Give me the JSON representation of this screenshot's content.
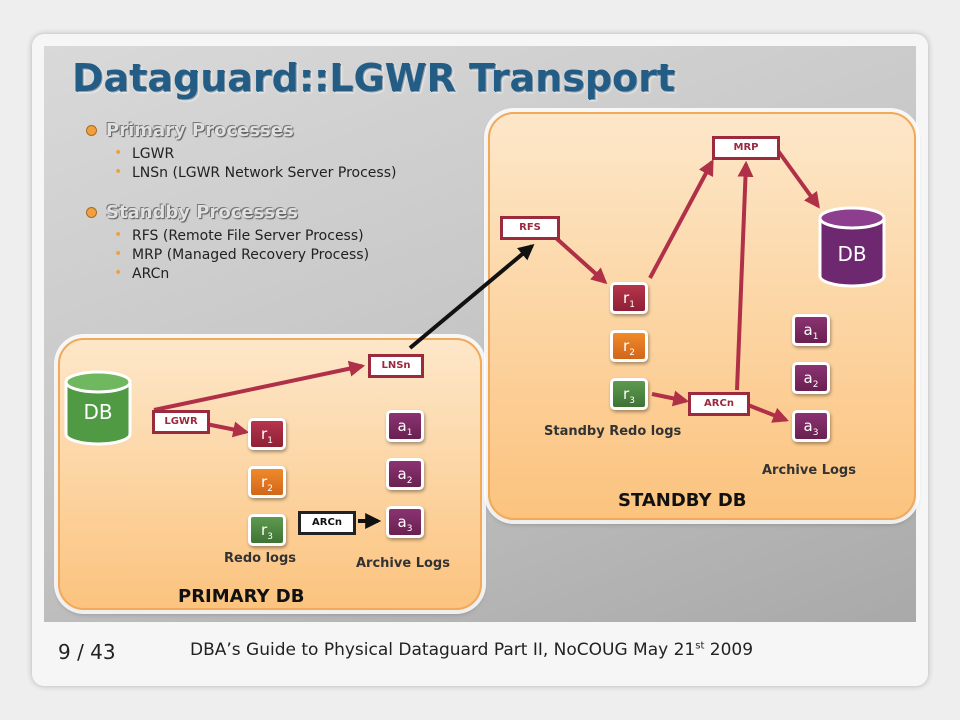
{
  "slide": {
    "title": "Dataguard::LGWR Transport",
    "sections": [
      {
        "heading": "Primary Processes",
        "items": [
          "LGWR",
          "LNSn (LGWR Network Server Process)"
        ]
      },
      {
        "heading": "Standby Processes",
        "items": [
          "RFS (Remote File Server Process)",
          "MRP (Managed Recovery Process)",
          "ARCn"
        ]
      }
    ]
  },
  "primary": {
    "title": "PRIMARY DB",
    "db_label": "DB",
    "db_color": "#5aa04a",
    "lgwr_label": "LGWR",
    "lnsn_label": "LNSn",
    "arcn_label": "ARCn",
    "redo": [
      {
        "base": "r",
        "sub": "1"
      },
      {
        "base": "r",
        "sub": "2"
      },
      {
        "base": "r",
        "sub": "3"
      }
    ],
    "archive": [
      {
        "base": "a",
        "sub": "1"
      },
      {
        "base": "a",
        "sub": "2"
      },
      {
        "base": "a",
        "sub": "3"
      }
    ],
    "redo_caption": "Redo logs",
    "archive_caption": "Archive Logs"
  },
  "standby": {
    "title": "STANDBY DB",
    "db_label": "DB",
    "db_color": "#7a2e78",
    "rfs_label": "RFS",
    "mrp_label": "MRP",
    "arcn_label": "ARCn",
    "redo": [
      {
        "base": "r",
        "sub": "1"
      },
      {
        "base": "r",
        "sub": "2"
      },
      {
        "base": "r",
        "sub": "3"
      }
    ],
    "archive": [
      {
        "base": "a",
        "sub": "1"
      },
      {
        "base": "a",
        "sub": "2"
      },
      {
        "base": "a",
        "sub": "3"
      }
    ],
    "redo_caption": "Standby Redo logs",
    "archive_caption": "Archive Logs"
  },
  "footer": {
    "page": "9 / 43",
    "text": "DBA’s Guide to Physical Dataguard Part II, NoCOUG May 21",
    "text_sup": "st",
    "text_tail": " 2009"
  },
  "colors": {
    "title": "#235c85",
    "process_border": "#9c2a3f",
    "arrow_red": "#b03048",
    "arrow_black": "#111111",
    "redo_1": "#a62b42",
    "redo_2": "#e57a22",
    "redo_3": "#4d8a42",
    "archive": "#7a2a62",
    "bullet": "#f0a040"
  }
}
